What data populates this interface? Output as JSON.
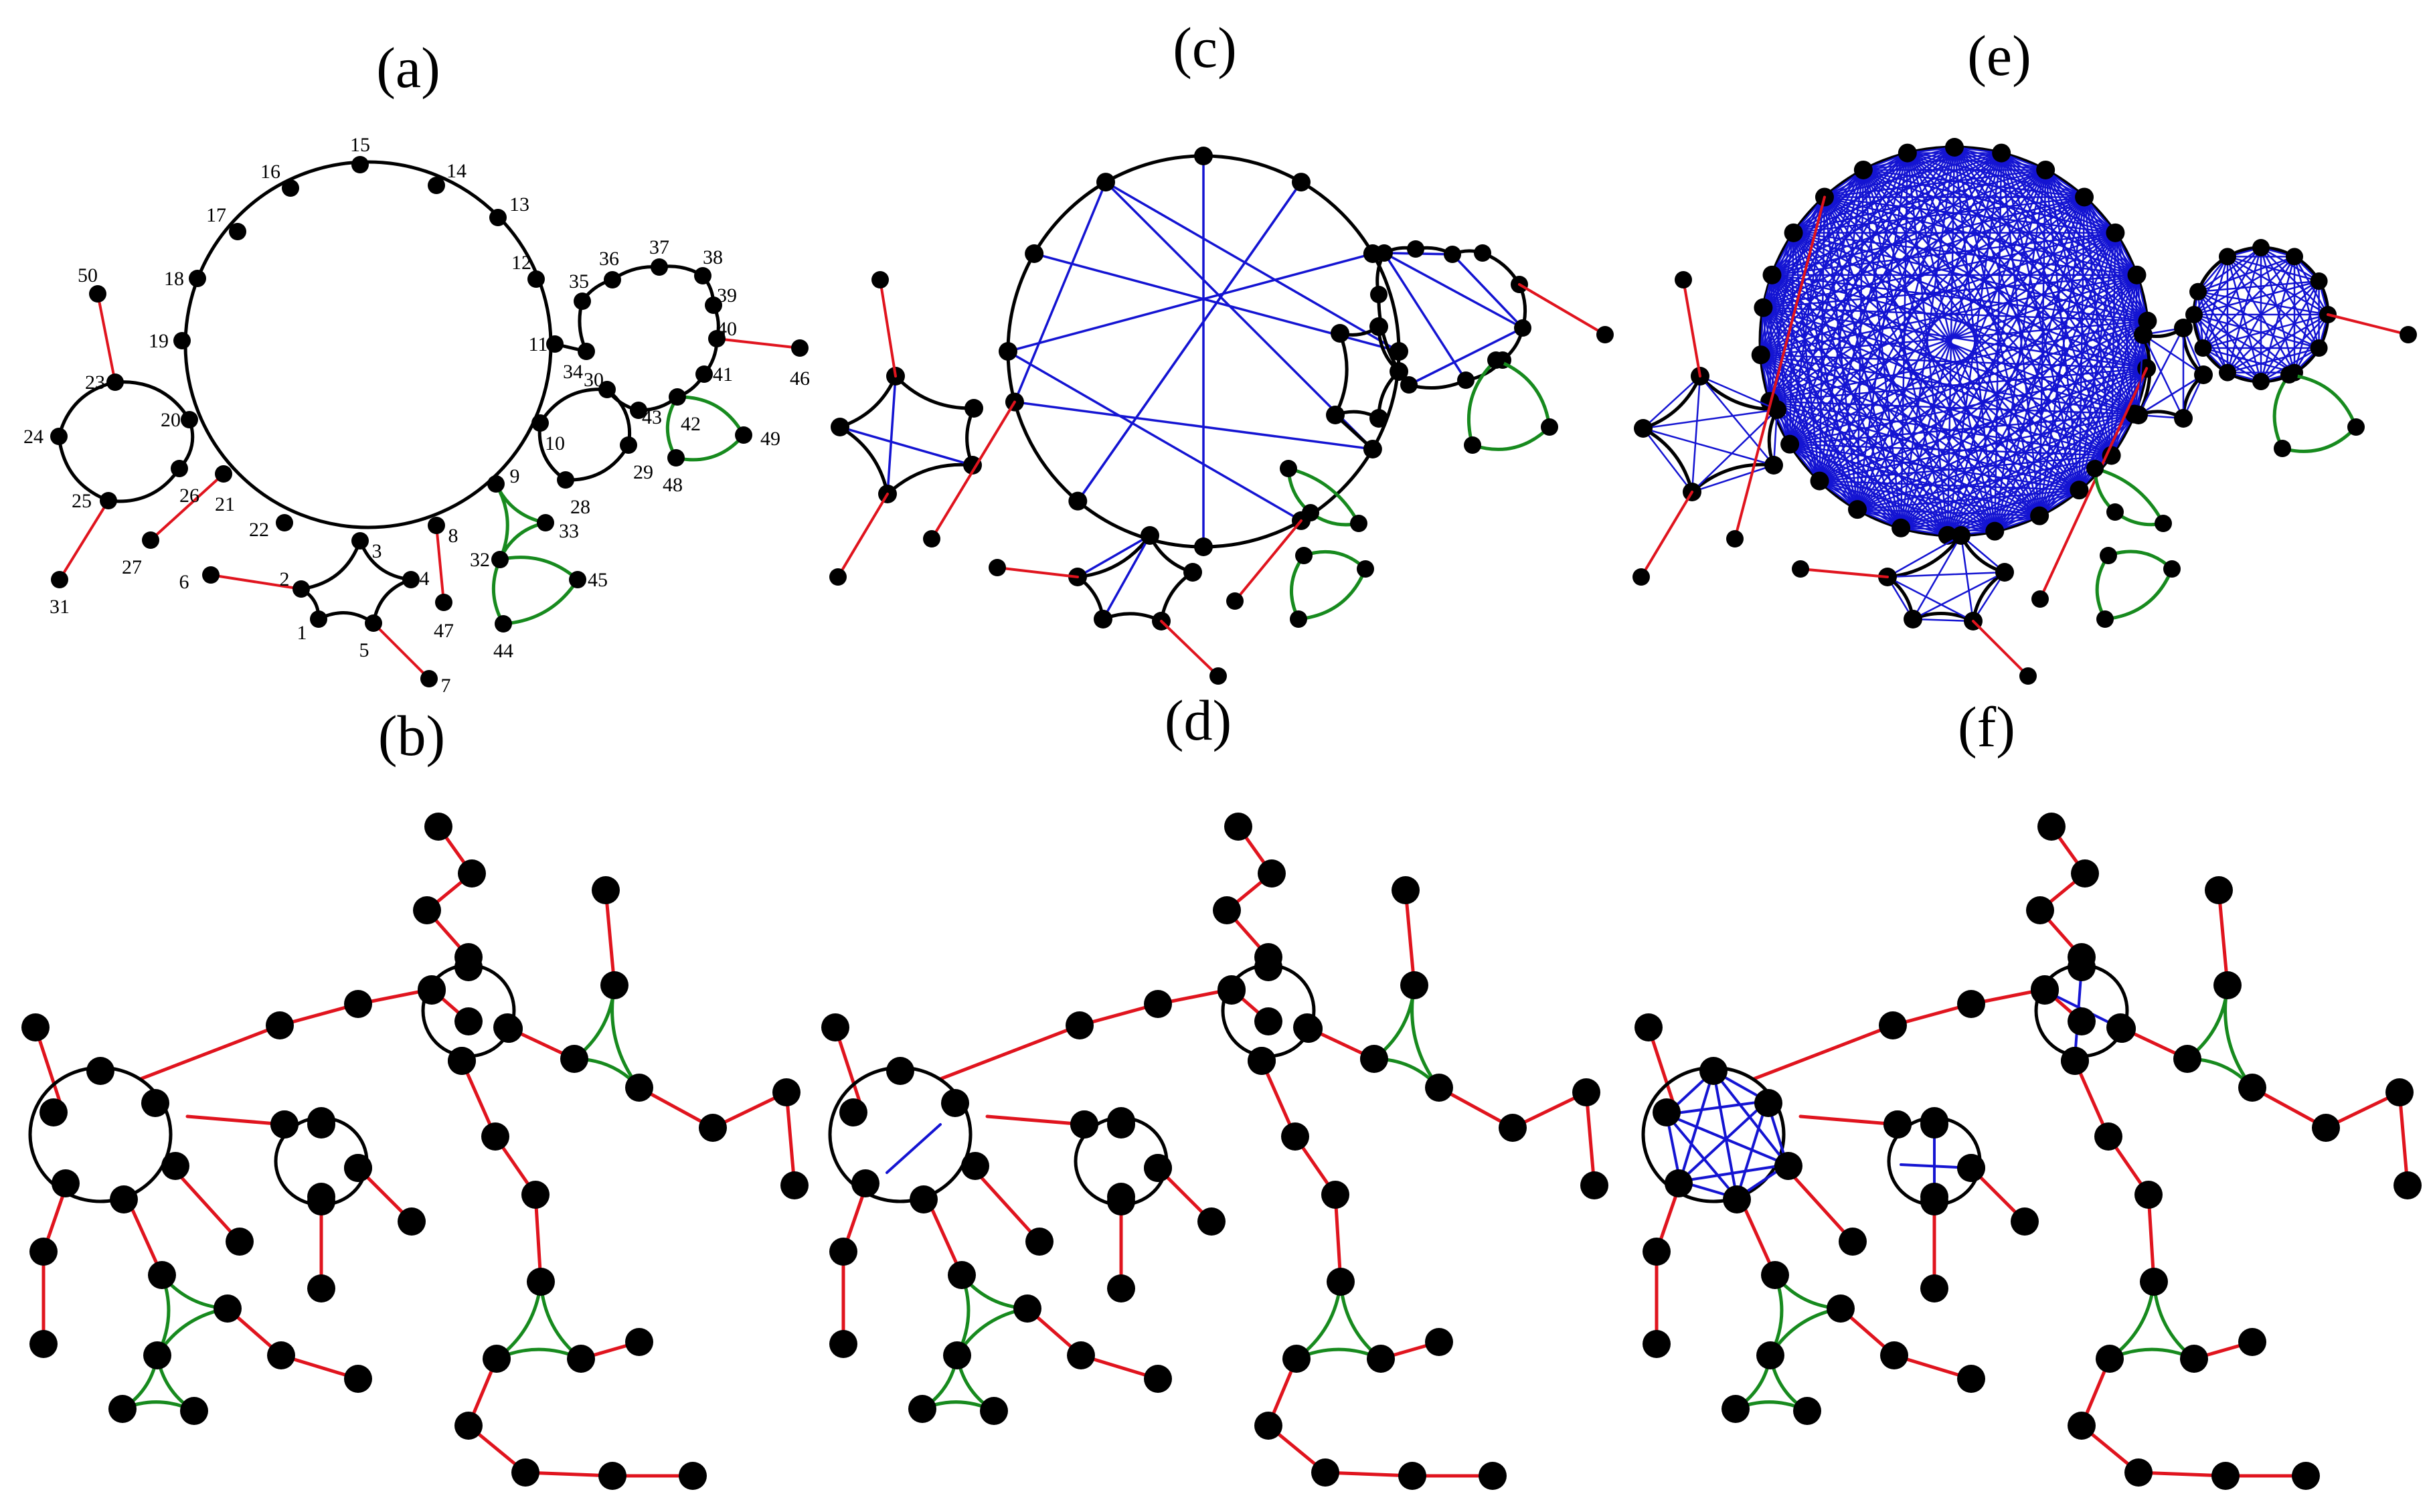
{
  "panel_labels": {
    "a": "(a)",
    "b": "(b)",
    "c": "(c)",
    "d": "(d)",
    "e": "(e)",
    "f": "(f)"
  },
  "node_labels": [
    "1",
    "2",
    "3",
    "4",
    "5",
    "6",
    "7",
    "8",
    "9",
    "10",
    "11",
    "12",
    "13",
    "14",
    "15",
    "16",
    "17",
    "18",
    "19",
    "20",
    "21",
    "22",
    "23",
    "24",
    "25",
    "26",
    "27",
    "28",
    "29",
    "30",
    "31",
    "32",
    "33",
    "34",
    "35",
    "36",
    "37",
    "38",
    "39",
    "40",
    "41",
    "42",
    "43",
    "44",
    "45",
    "46",
    "47",
    "48",
    "49",
    "50"
  ],
  "colors": {
    "node": "#000000",
    "cycle_edge": "#000000",
    "tree_edge": "#e0141e",
    "triangle_edge": "#178a1e",
    "added_edge": "#1414d2"
  }
}
